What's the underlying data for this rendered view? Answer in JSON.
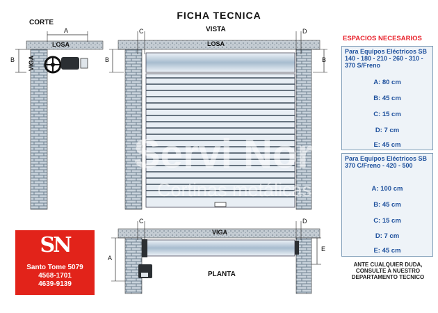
{
  "title": "FICHA TECNICA",
  "labels": {
    "corte": "CORTE",
    "vista": "VISTA",
    "planta": "PLANTA",
    "losa": "LOSA",
    "viga": "VIGA",
    "dim_a": "A",
    "dim_b": "B",
    "dim_c": "C",
    "dim_d": "D",
    "dim_e": "E"
  },
  "watermark": {
    "main": "Servi Nor",
    "sub": "Cortinas metálicas"
  },
  "panel": {
    "heading": "ESPACIOS NECESARIOS",
    "groups": [
      {
        "title": "Para Equipos Eléctricos SB 140 - 180 - 210 - 260 - 310 - 370 S/Freno",
        "specs": [
          "A:  80 cm",
          "B:  45 cm",
          "C:  15 cm",
          "D:   7 cm",
          "E:  45 cm"
        ]
      },
      {
        "title": "Para Equipos Eléctricos SB 370 C/Freno - 420 - 500",
        "specs": [
          "A:  100 cm",
          "B:  45 cm",
          "C:  15 cm",
          "D:   7 cm",
          "E:  45 cm"
        ]
      }
    ],
    "note": "ANTE CUALQUIER DUDA, CONSULTE A NUESTRO DEPARTAMENTO TECNICO"
  },
  "logo": {
    "mark": "SN",
    "address": "Santo Tome 5079",
    "phone1": "4568-1701",
    "phone2": "4639-9139"
  },
  "colors": {
    "accent_red": "#e2231a",
    "spec_blue": "#1c4f9c",
    "brick": "#5a6b7a",
    "shutter": "#9fb3c8"
  }
}
